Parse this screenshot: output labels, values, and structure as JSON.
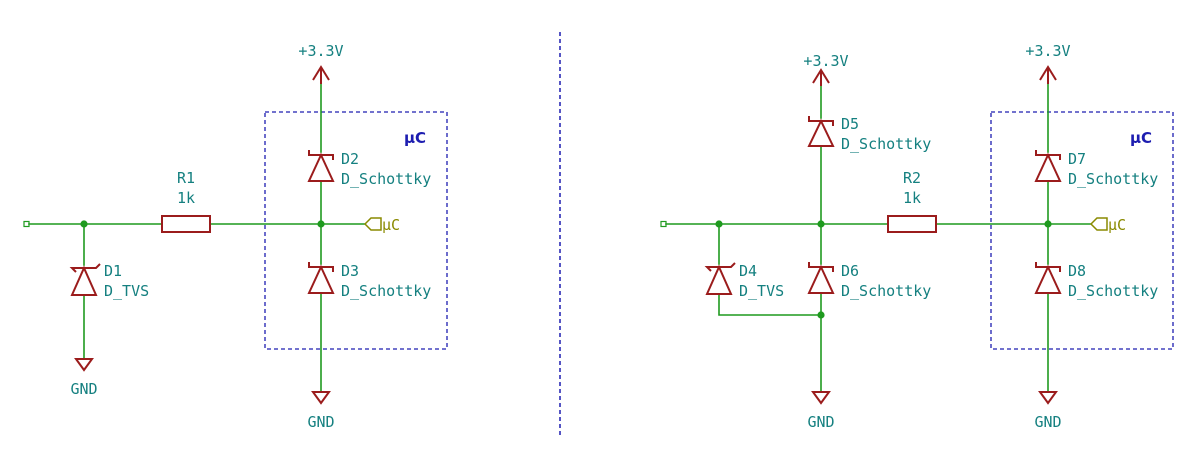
{
  "left": {
    "r1": {
      "ref": "R1",
      "value": "1k"
    },
    "d1": {
      "ref": "D1",
      "value": "D_TVS"
    },
    "d2": {
      "ref": "D2",
      "value": "D_Schottky"
    },
    "d3": {
      "ref": "D3",
      "value": "D_Schottky"
    },
    "vcc": "+3.3V",
    "gnd_left": "GND",
    "gnd_right": "GND",
    "box_label": "µC",
    "port_label": "µC"
  },
  "right": {
    "r2": {
      "ref": "R2",
      "value": "1k"
    },
    "d4": {
      "ref": "D4",
      "value": "D_TVS"
    },
    "d5": {
      "ref": "D5",
      "value": "D_Schottky"
    },
    "d6": {
      "ref": "D6",
      "value": "D_Schottky"
    },
    "d7": {
      "ref": "D7",
      "value": "D_Schottky"
    },
    "d8": {
      "ref": "D8",
      "value": "D_Schottky"
    },
    "vcc_left": "+3.3V",
    "vcc_right": "+3.3V",
    "gnd_left": "GND",
    "gnd_right": "GND",
    "box_label": "µC",
    "port_label": "µC"
  },
  "colors": {
    "wire": "#1f9a1f",
    "component": "#9b1c1c",
    "label": "#158080",
    "box": "#1d1db0",
    "port": "#8a8a00"
  }
}
